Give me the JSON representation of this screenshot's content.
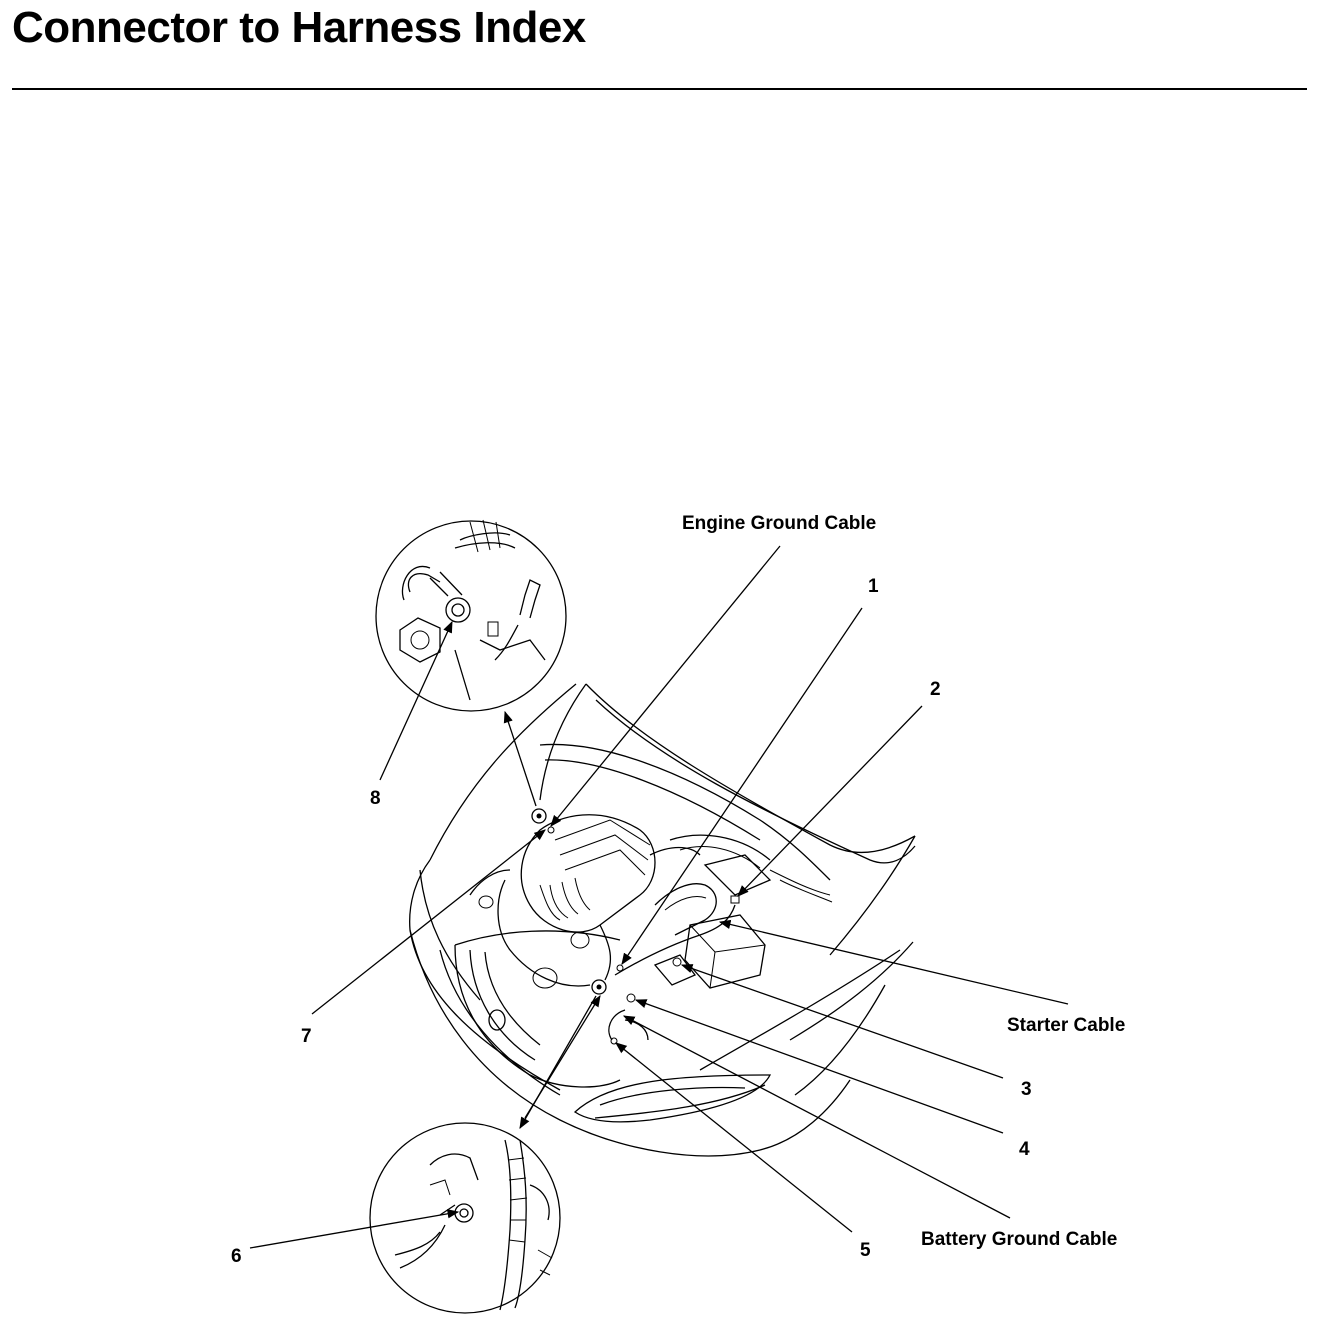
{
  "page": {
    "title": "Connector to Harness Index"
  },
  "diagram": {
    "labels": {
      "engine_ground_cable": "Engine Ground Cable",
      "starter_cable": "Starter Cable",
      "battery_ground_cable": "Battery Ground Cable",
      "callout_1": "1",
      "callout_2": "2",
      "callout_3": "3",
      "callout_4": "4",
      "callout_5": "5",
      "callout_6": "6",
      "callout_7": "7",
      "callout_8": "8"
    }
  }
}
